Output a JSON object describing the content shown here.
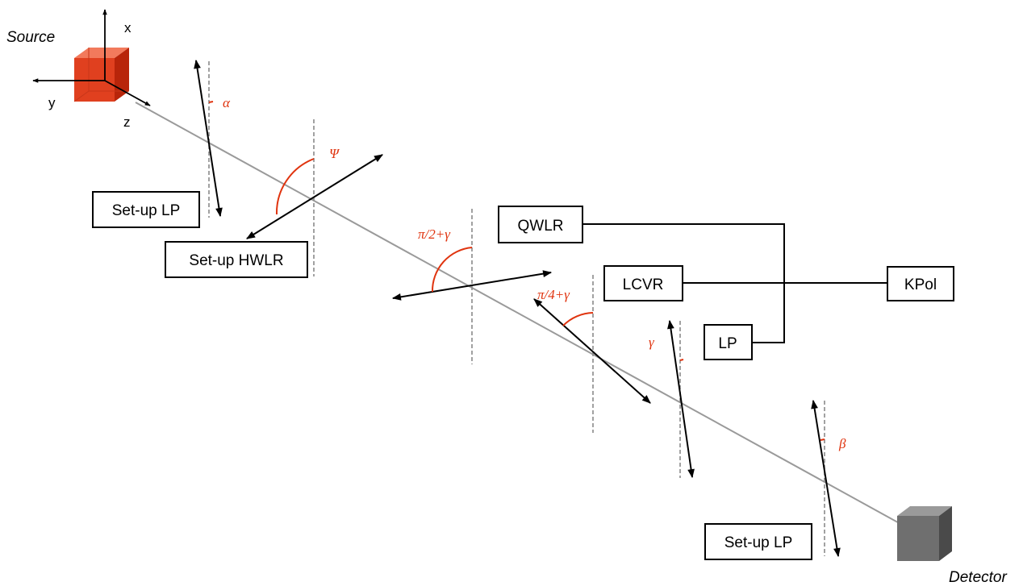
{
  "colors": {
    "accent": "#e0340f",
    "beam": "#9a9a9a",
    "guide": "#8a8a8a",
    "ink": "#000000",
    "source": "#e0401f",
    "detector": "#6f6f6f"
  },
  "labels": {
    "source": "Source",
    "detector": "Detector",
    "axis_x": "x",
    "axis_y": "y",
    "axis_z": "z"
  },
  "boxes": {
    "setup_lp_1": "Set-up LP",
    "setup_hwlr": "Set-up HWLR",
    "qwlr": "QWLR",
    "lcvr": "LCVR",
    "lp": "LP",
    "kpol": "KPol",
    "setup_lp_2": "Set-up LP"
  },
  "angles": {
    "alpha": "α",
    "psi": "Ψ",
    "pi2_gamma": "π/2+γ",
    "pi4_gamma": "π/4+γ",
    "gamma": "γ",
    "beta": "β"
  }
}
